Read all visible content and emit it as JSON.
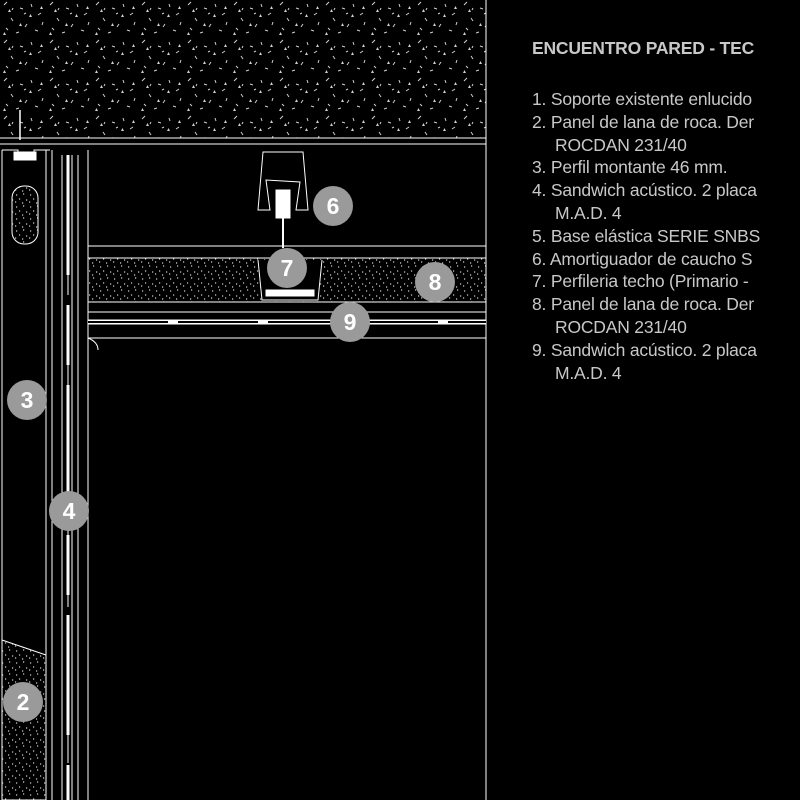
{
  "title": "ENCUENTRO PARED - TEC",
  "legend": [
    {
      "num": "1.",
      "lines": [
        "Soporte existente enlucido"
      ]
    },
    {
      "num": "2.",
      "lines": [
        "Panel de lana de roca. Der",
        "ROCDAN 231/40"
      ]
    },
    {
      "num": "3.",
      "lines": [
        "Perfil montante 46 mm."
      ]
    },
    {
      "num": "4.",
      "lines": [
        "Sandwich acústico. 2 placa",
        "M.A.D. 4"
      ]
    },
    {
      "num": "5.",
      "lines": [
        "Base elástica SERIE SNBS"
      ]
    },
    {
      "num": "6.",
      "lines": [
        "Amortiguador de caucho S"
      ]
    },
    {
      "num": "7.",
      "lines": [
        "Perfileria techo (Primario -"
      ]
    },
    {
      "num": "8.",
      "lines": [
        "Panel de lana de roca. Der",
        "ROCDAN 231/40"
      ]
    },
    {
      "num": "9.",
      "lines": [
        "Sandwich acústico. 2 placa",
        "M.A.D. 4"
      ]
    }
  ],
  "callouts": [
    "6",
    "7",
    "8",
    "9",
    "3",
    "4",
    "2"
  ],
  "colors": {
    "background": "#000000",
    "line": "#ffffff",
    "text": "#c8c8c8",
    "badge_fill": "#9a9a9a",
    "badge_text": "#ffffff",
    "hatch": "#d0d0d0"
  }
}
